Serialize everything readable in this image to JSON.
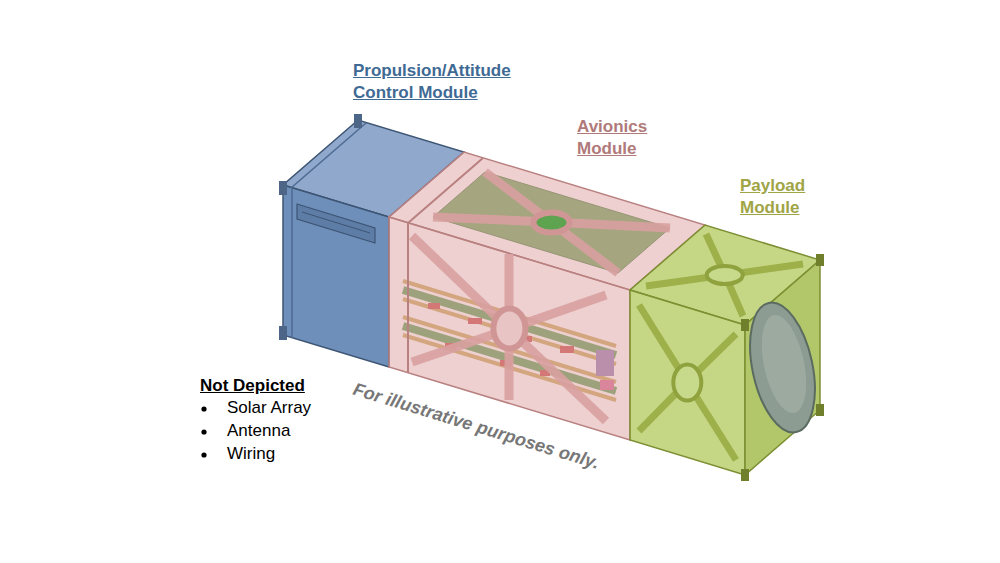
{
  "diagram": {
    "labels": [
      "Propulsion/Attitude Control Module",
      "Avionics Module",
      "Payload Module",
      "Not Depicted",
      "Solar Array",
      "Antenna",
      "Wiring",
      "For illustrative purposes only."
    ]
  }
}
